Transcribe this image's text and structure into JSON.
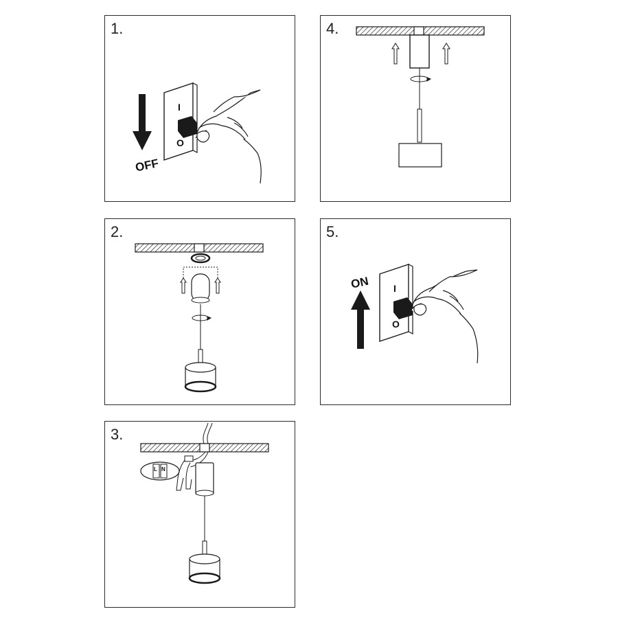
{
  "steps": [
    {
      "number": "1.",
      "label": "OFF",
      "switch_on": "I",
      "switch_off": "O"
    },
    {
      "number": "2."
    },
    {
      "number": "3.",
      "terminal_l": "L",
      "terminal_n": "N"
    },
    {
      "number": "4."
    },
    {
      "number": "5.",
      "label": "ON",
      "switch_on": "I",
      "switch_off": "O"
    }
  ],
  "colors": {
    "line": "#1a1a1a",
    "hatch": "#555555",
    "arrow": "#1a1a1a"
  }
}
